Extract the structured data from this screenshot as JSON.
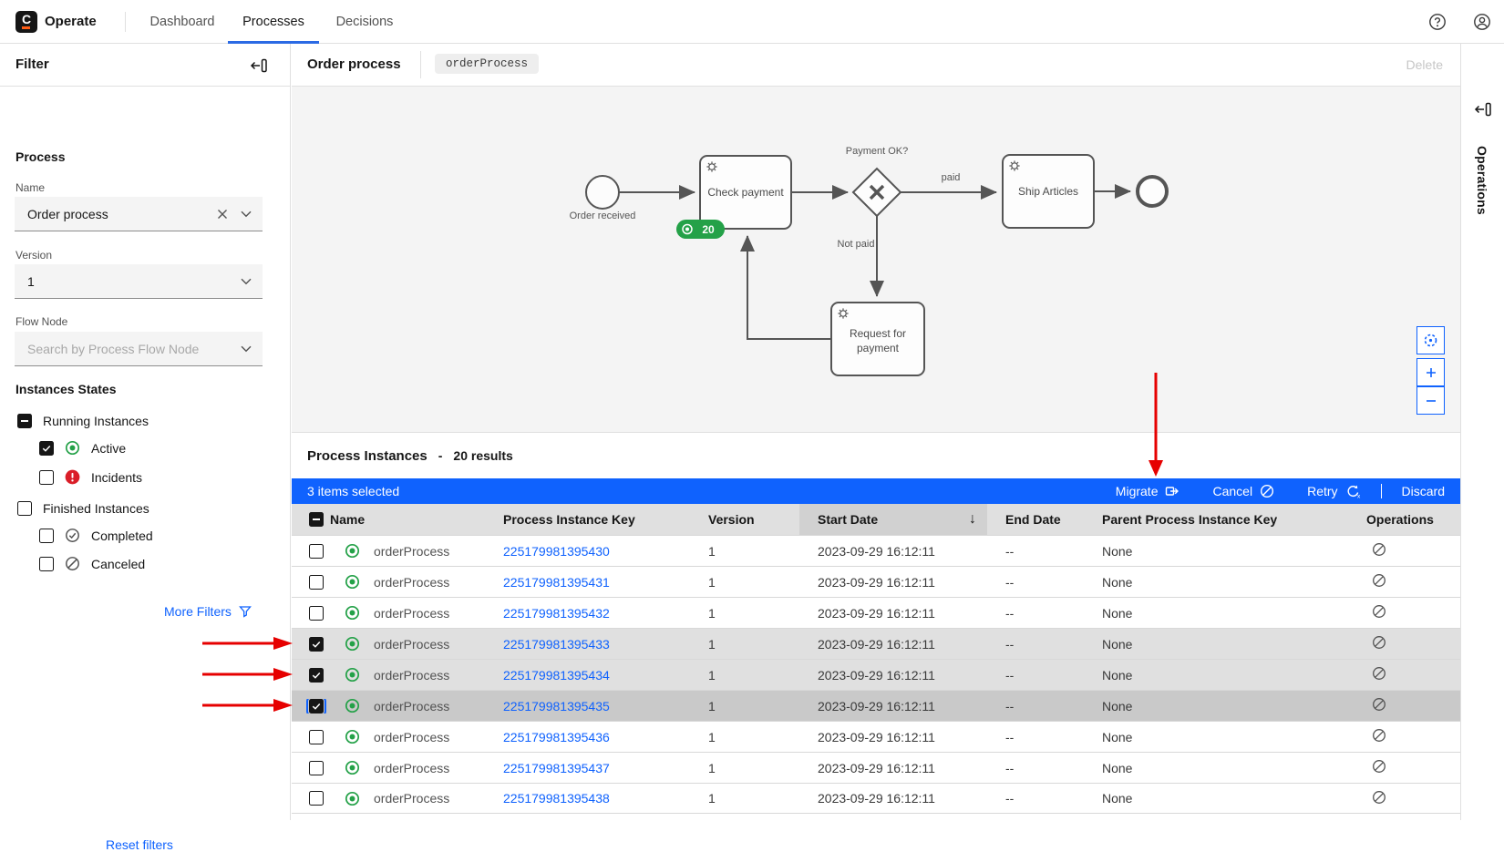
{
  "colors": {
    "accent_blue": "#0f62fe",
    "annotation_red": "#e60000",
    "active_green": "#24a148",
    "incident_red": "#da1e28"
  },
  "nav": {
    "brand": "Operate",
    "tabs": [
      {
        "label": "Dashboard",
        "active": false
      },
      {
        "label": "Processes",
        "active": true
      },
      {
        "label": "Decisions",
        "active": false
      }
    ]
  },
  "filter_panel": {
    "title": "Filter",
    "process_heading": "Process",
    "name_label": "Name",
    "name_value": "Order process",
    "version_label": "Version",
    "version_value": "1",
    "flow_node_label": "Flow Node",
    "flow_node_placeholder": "Search by Process Flow Node",
    "states_heading": "Instances States",
    "running_label": "Running Instances",
    "active_label": "Active",
    "incidents_label": "Incidents",
    "finished_label": "Finished Instances",
    "completed_label": "Completed",
    "canceled_label": "Canceled",
    "more_filters": "More Filters",
    "reset_filters": "Reset filters"
  },
  "main_header": {
    "title": "Order process",
    "tag": "orderProcess",
    "delete_label": "Delete"
  },
  "diagram": {
    "start_label": "Order received",
    "task_check": "Check payment",
    "gateway_label": "Payment OK?",
    "flow_paid": "paid",
    "flow_not_paid": "Not paid",
    "task_ship": "Ship Articles",
    "task_request_line1": "Request for",
    "task_request_line2": "payment",
    "active_badge": "20"
  },
  "operations_bar": {
    "label": "Operations"
  },
  "instances": {
    "title": "Process Instances",
    "separator": "-",
    "results": "20 results",
    "selection_text": "3 items selected",
    "actions": {
      "migrate": "Migrate",
      "cancel": "Cancel",
      "retry": "Retry",
      "discard": "Discard"
    }
  },
  "table": {
    "headers": {
      "name": "Name",
      "key": "Process Instance Key",
      "version": "Version",
      "start": "Start Date",
      "end": "End Date",
      "parent": "Parent Process Instance Key",
      "operations": "Operations"
    },
    "rows": [
      {
        "name": "orderProcess",
        "key": "225179981395430",
        "version": "1",
        "start": "2023-09-29 16:12:11",
        "end": "--",
        "parent": "None",
        "checked": false,
        "focused": false
      },
      {
        "name": "orderProcess",
        "key": "225179981395431",
        "version": "1",
        "start": "2023-09-29 16:12:11",
        "end": "--",
        "parent": "None",
        "checked": false,
        "focused": false
      },
      {
        "name": "orderProcess",
        "key": "225179981395432",
        "version": "1",
        "start": "2023-09-29 16:12:11",
        "end": "--",
        "parent": "None",
        "checked": false,
        "focused": false
      },
      {
        "name": "orderProcess",
        "key": "225179981395433",
        "version": "1",
        "start": "2023-09-29 16:12:11",
        "end": "--",
        "parent": "None",
        "checked": true,
        "focused": false
      },
      {
        "name": "orderProcess",
        "key": "225179981395434",
        "version": "1",
        "start": "2023-09-29 16:12:11",
        "end": "--",
        "parent": "None",
        "checked": true,
        "focused": false
      },
      {
        "name": "orderProcess",
        "key": "225179981395435",
        "version": "1",
        "start": "2023-09-29 16:12:11",
        "end": "--",
        "parent": "None",
        "checked": true,
        "focused": true
      },
      {
        "name": "orderProcess",
        "key": "225179981395436",
        "version": "1",
        "start": "2023-09-29 16:12:11",
        "end": "--",
        "parent": "None",
        "checked": false,
        "focused": false
      },
      {
        "name": "orderProcess",
        "key": "225179981395437",
        "version": "1",
        "start": "2023-09-29 16:12:11",
        "end": "--",
        "parent": "None",
        "checked": false,
        "focused": false
      },
      {
        "name": "orderProcess",
        "key": "225179981395438",
        "version": "1",
        "start": "2023-09-29 16:12:11",
        "end": "--",
        "parent": "None",
        "checked": false,
        "focused": false
      }
    ]
  }
}
